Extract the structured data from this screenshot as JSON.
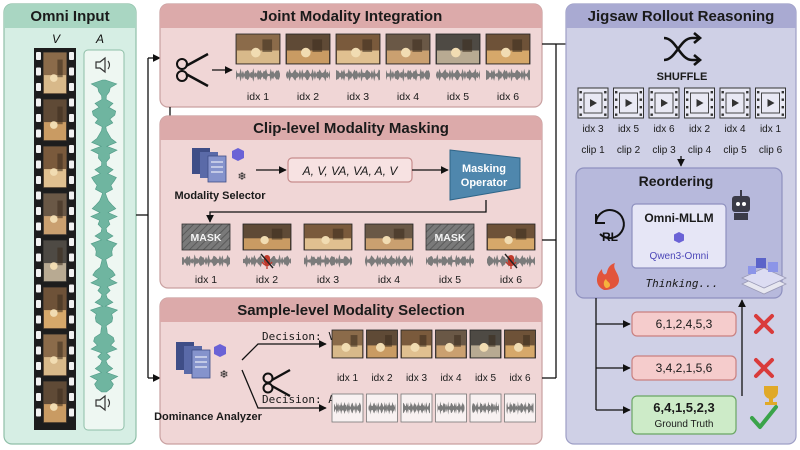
{
  "omni_input": {
    "title": "Omni Input",
    "video_label": "V",
    "audio_label": "A"
  },
  "joint": {
    "title": "Joint Modality Integration",
    "idx": [
      "idx 1",
      "idx 2",
      "idx 3",
      "idx 4",
      "idx 5",
      "idx 6"
    ]
  },
  "clip": {
    "title": "Clip-level Modality Masking",
    "selector_label": "Modality Selector",
    "sequence": "A, V, VA, VA, A, V",
    "operator_label": [
      "Masking",
      "Operator"
    ],
    "mask_text": "MASK",
    "idx": [
      "idx 1",
      "idx 2",
      "idx 3",
      "idx 4",
      "idx 5",
      "idx 6"
    ]
  },
  "sample": {
    "title": "Sample-level Modality Selection",
    "decision_v": "Decision: V",
    "decision_a": "Decision: A",
    "analyzer_label": "Dominance Analyzer",
    "idx": [
      "idx 1",
      "idx 2",
      "idx 3",
      "idx 4",
      "idx 5",
      "idx 6"
    ]
  },
  "jigsaw": {
    "title": "Jigsaw Rollout Reasoning",
    "shuffle_label": "SHUFFLE",
    "shuffled_idx": [
      "idx 3",
      "idx 5",
      "idx 6",
      "idx 2",
      "idx 4",
      "idx 1"
    ],
    "clips": [
      "clip 1",
      "clip 2",
      "clip 3",
      "clip 4",
      "clip 5",
      "clip 6"
    ],
    "reordering_title": "Reordering",
    "rl_label": "RL",
    "model_title": "Omni-MLLM",
    "model_name": "Qwen3-Omni",
    "thinking": "Thinking...",
    "answers": [
      "6,1,2,4,5,3",
      "3,4,2,1,5,6",
      "6,4,1,5,2,3"
    ],
    "ground_truth": "Ground Truth"
  },
  "colors": {
    "green_panel": "#d6eee4",
    "pink_panel": "#f0d6d6",
    "purple_panel": "#cfd0e6",
    "wrong": "#d93b3b",
    "correct": "#3aa34a"
  }
}
